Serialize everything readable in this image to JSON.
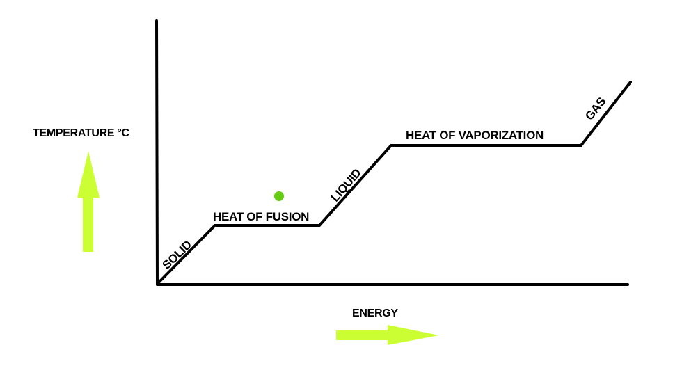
{
  "labels": {
    "y_axis": "TEMPERATURE °C",
    "x_axis": "ENERGY",
    "solid": "SOLID",
    "heat_of_fusion": "HEAT OF FUSION",
    "liquid": "LIQUID",
    "heat_of_vaporization": "HEAT OF VAPORIZATION",
    "gas": "GAS"
  },
  "colors": {
    "arrow": "#ccff33",
    "dot": "#66cc11",
    "line": "#000000",
    "background": "#ffffff"
  }
}
